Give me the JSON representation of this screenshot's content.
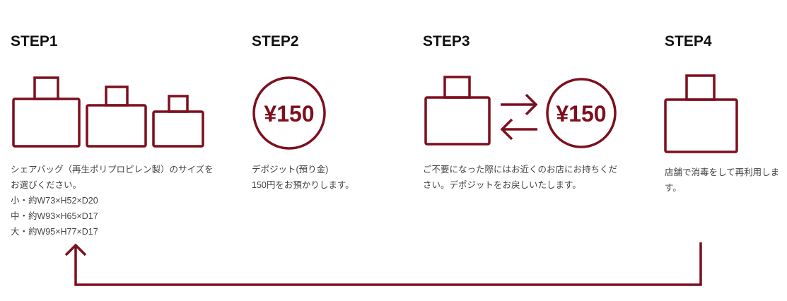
{
  "accent": "#7d0f1e",
  "steps": [
    {
      "title": "STEP1",
      "lines": [
        "シェアバッグ（再生ポリプロピレン製）のサイズをお選びください。",
        "小・約W73×H52×D20",
        "中・約W93×H65×D17",
        "大・約W95×H77×D17"
      ]
    },
    {
      "title": "STEP2",
      "lines": [
        "デポジット(預り金)",
        "150円をお預かりします。"
      ],
      "coin": "¥150"
    },
    {
      "title": "STEP3",
      "lines": [
        "ご不要になった際にはお近くのお店にお持ちください。デポジットをお戻しいたします。"
      ],
      "coin": "¥150"
    },
    {
      "title": "STEP4",
      "lines": [
        "店舗で消毒をして再利用します。"
      ]
    }
  ]
}
